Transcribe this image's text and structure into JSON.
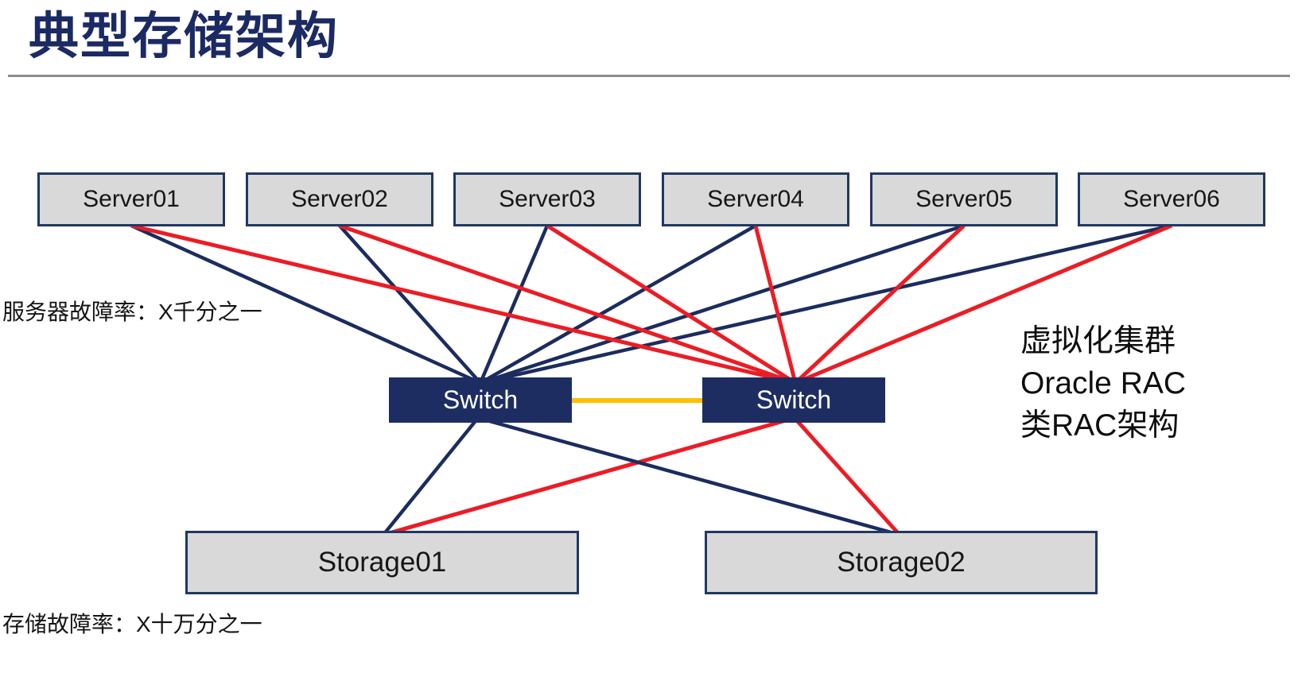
{
  "title": "典型存储架构",
  "nodes": {
    "servers": [
      "Server01",
      "Server02",
      "Server03",
      "Server04",
      "Server05",
      "Server06"
    ],
    "switches": [
      "Switch",
      "Switch"
    ],
    "storages": [
      "Storage01",
      "Storage02"
    ]
  },
  "labels": {
    "server_failure": "服务器故障率：X千分之一",
    "storage_failure": "存储故障率：X十万分之一",
    "cluster_note": [
      "虚拟化集群",
      "Oracle RAC",
      "类RAC架构"
    ]
  },
  "colors": {
    "navy": "#1B2C5E",
    "red": "#EC1C24",
    "orange": "#FFC000",
    "box_fill": "#D9D9D9",
    "box_border": "#1F3864",
    "switch_fill": "#1E2D61",
    "title": "#1B2A63",
    "divider": "#8C8C8C"
  },
  "links": [
    {
      "from": "server1-bottom",
      "to": "switch1-top",
      "color": "navy"
    },
    {
      "from": "server2-bottom",
      "to": "switch1-top",
      "color": "navy"
    },
    {
      "from": "server3-bottom",
      "to": "switch1-top",
      "color": "navy"
    },
    {
      "from": "server4-bottom",
      "to": "switch1-top",
      "color": "navy"
    },
    {
      "from": "server5-bottom",
      "to": "switch1-top",
      "color": "navy"
    },
    {
      "from": "server6-bottom",
      "to": "switch1-top",
      "color": "navy"
    },
    {
      "from": "server1-bottom",
      "to": "switch2-top",
      "color": "red"
    },
    {
      "from": "server2-bottom",
      "to": "switch2-top",
      "color": "red"
    },
    {
      "from": "server3-bottom",
      "to": "switch2-top",
      "color": "red"
    },
    {
      "from": "server4-bottom",
      "to": "switch2-top",
      "color": "red"
    },
    {
      "from": "server5-bottom",
      "to": "switch2-top",
      "color": "red"
    },
    {
      "from": "server6-bottom",
      "to": "switch2-top",
      "color": "red"
    },
    {
      "from": "switch1-right",
      "to": "switch2-left",
      "color": "orange"
    },
    {
      "from": "switch2-bottom",
      "to": "storage1-top",
      "color": "red"
    },
    {
      "from": "switch2-bottom",
      "to": "storage2-top",
      "color": "red"
    },
    {
      "from": "switch1-bottom",
      "to": "storage1-top",
      "color": "navy"
    },
    {
      "from": "switch1-bottom",
      "to": "storage2-top",
      "color": "navy"
    }
  ]
}
